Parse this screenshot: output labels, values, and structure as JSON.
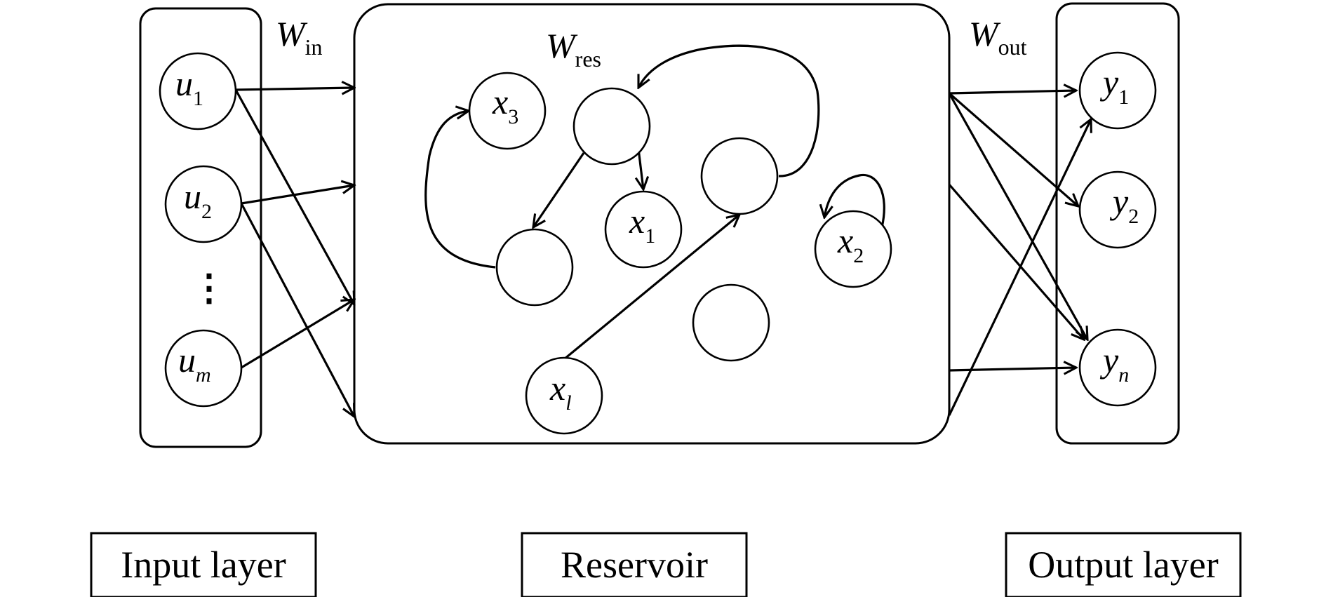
{
  "weights": {
    "input": {
      "base": "W",
      "sub": "in"
    },
    "reservoir": {
      "base": "W",
      "sub": "res"
    },
    "output": {
      "base": "W",
      "sub": "out"
    }
  },
  "input_nodes": [
    {
      "base": "u",
      "sub": "1"
    },
    {
      "base": "u",
      "sub": "2"
    },
    {
      "base": "u",
      "sub": "m"
    }
  ],
  "input_ellipsis": "⋮",
  "reservoir_nodes": [
    {
      "base": "x",
      "sub": "3"
    },
    {
      "base": "x",
      "sub": "1"
    },
    {
      "base": "x",
      "sub": "2"
    },
    {
      "base": "x",
      "sub": "l"
    }
  ],
  "output_nodes": [
    {
      "base": "y",
      "sub": "1"
    },
    {
      "base": "y",
      "sub": "2"
    },
    {
      "base": "y",
      "sub": "n"
    }
  ],
  "captions": {
    "input": "Input layer",
    "reservoir": "Reservoir",
    "output": "Output layer"
  }
}
